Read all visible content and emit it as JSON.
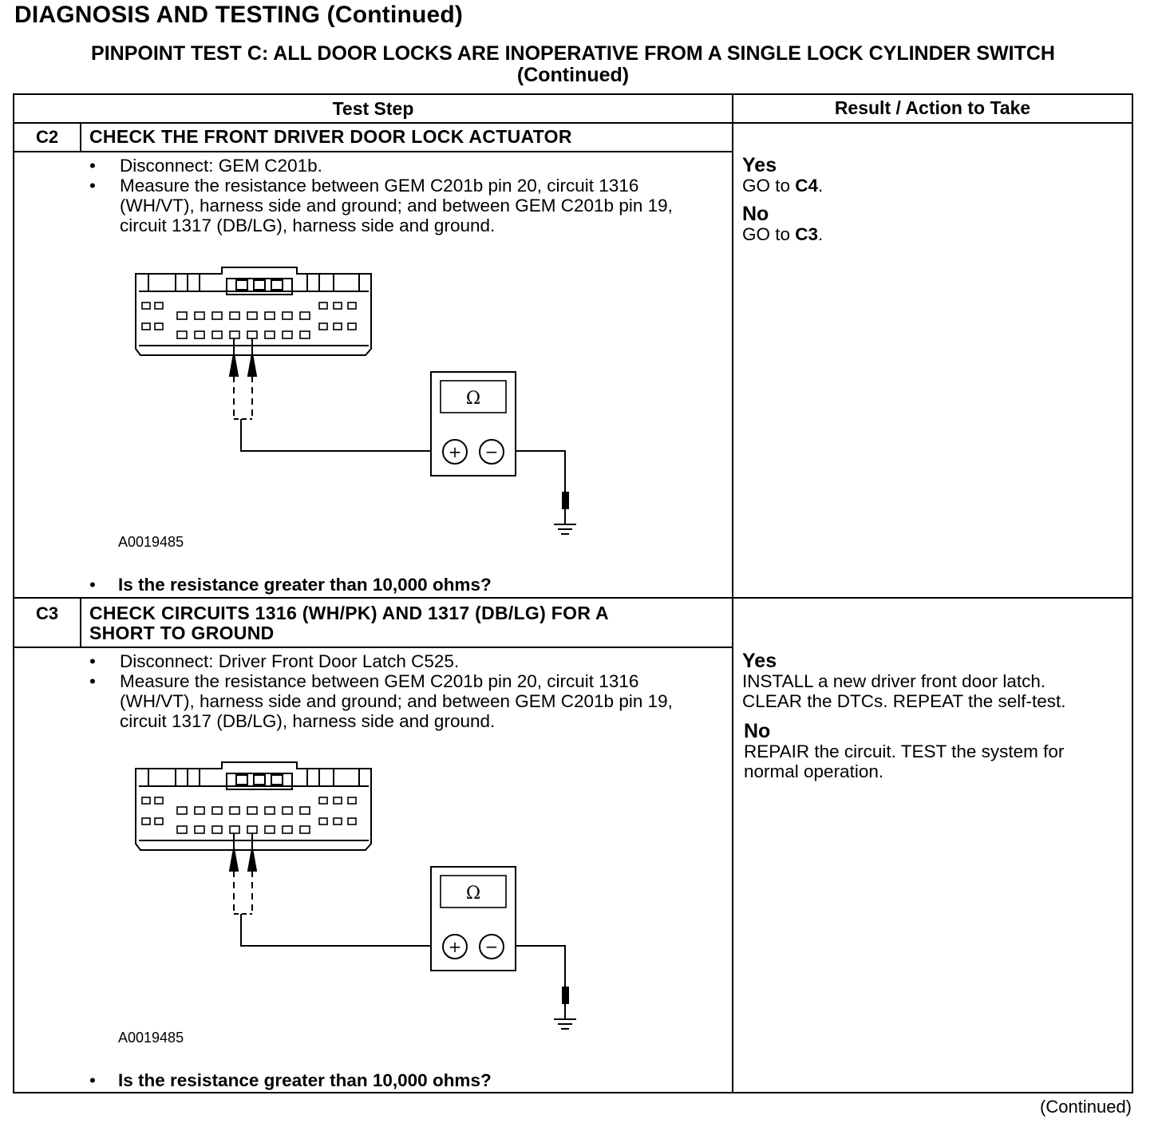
{
  "page": {
    "title": "DIAGNOSIS AND TESTING (Continued)",
    "test_title_line1": "PINPOINT TEST  C: ALL DOOR LOCKS ARE INOPERATIVE FROM A SINGLE LOCK CYLINDER SWITCH",
    "test_title_line2": "(Continued)",
    "footer": "(Continued)"
  },
  "table": {
    "col_test_step": "Test Step",
    "col_result": "Result / Action to Take",
    "steps": [
      {
        "id": "C2",
        "title": "CHECK THE FRONT DRIVER DOOR LOCK ACTUATOR",
        "bullets": [
          "Disconnect: GEM C201b.",
          "Measure the resistance between GEM C201b pin 20, circuit 1316 (WH/VT), harness side and ground; and between GEM C201b pin 19, circuit 1317 (DB/LG), harness side and ground."
        ],
        "figure": {
          "id": "A0019485",
          "meter_symbol": "Ω",
          "plus": "+",
          "minus": "−"
        },
        "question": "Is the resistance greater than 10,000 ohms?",
        "results": [
          {
            "label": "Yes",
            "prefix": "GO to ",
            "target": "C4",
            "suffix": "."
          },
          {
            "label": "No",
            "prefix": "GO to ",
            "target": "C3",
            "suffix": "."
          }
        ]
      },
      {
        "id": "C3",
        "title_line1": "CHECK CIRCUITS 1316 (WH/PK) AND 1317 (DB/LG) FOR A",
        "title_line2": "SHORT TO GROUND",
        "bullets": [
          "Disconnect: Driver Front Door Latch C525.",
          "Measure the resistance between GEM C201b pin 20, circuit 1316 (WH/VT), harness side and ground; and between GEM C201b pin 19, circuit 1317 (DB/LG), harness side and ground."
        ],
        "figure": {
          "id": "A0019485",
          "meter_symbol": "Ω",
          "plus": "+",
          "minus": "−"
        },
        "question": "Is the resistance greater than 10,000 ohms?",
        "results": [
          {
            "label": "Yes",
            "text_line1": "INSTALL a new driver front door latch.",
            "text_line2": "CLEAR the DTCs. REPEAT the self-test."
          },
          {
            "label": "No",
            "text_line1": "REPAIR the circuit. TEST the system for",
            "text_line2": "normal operation."
          }
        ]
      }
    ]
  }
}
